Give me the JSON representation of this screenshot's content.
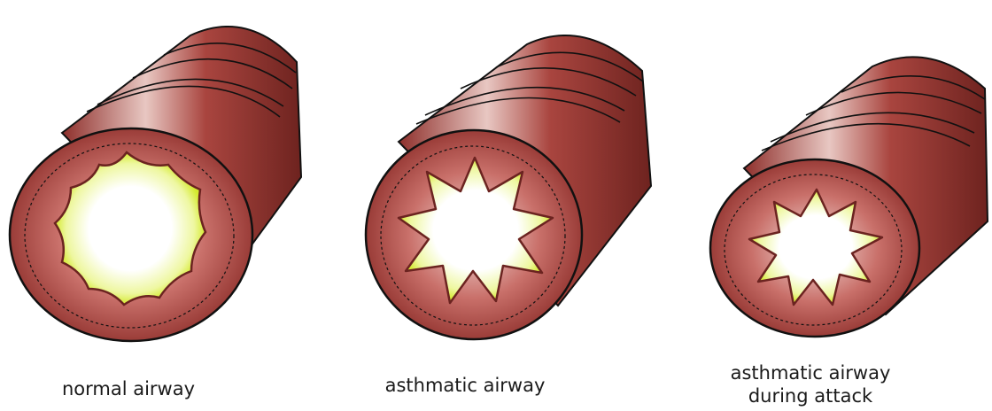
{
  "panels": [
    {
      "caption": [
        "normal airway"
      ],
      "constriction": "none"
    },
    {
      "caption": [
        "asthmatic airway"
      ],
      "constriction": "narrowed"
    },
    {
      "caption": [
        "asthmatic airway",
        "during attack"
      ],
      "constriction": "severe"
    }
  ],
  "colors": {
    "tissue": "#8e2f2b",
    "tissue_dark": "#5a1a17",
    "mucosa_light": "#f6e6e2",
    "lumen_glow": "#d8ee3a",
    "lumen_center": "#ffffff",
    "ink": "#111111"
  }
}
